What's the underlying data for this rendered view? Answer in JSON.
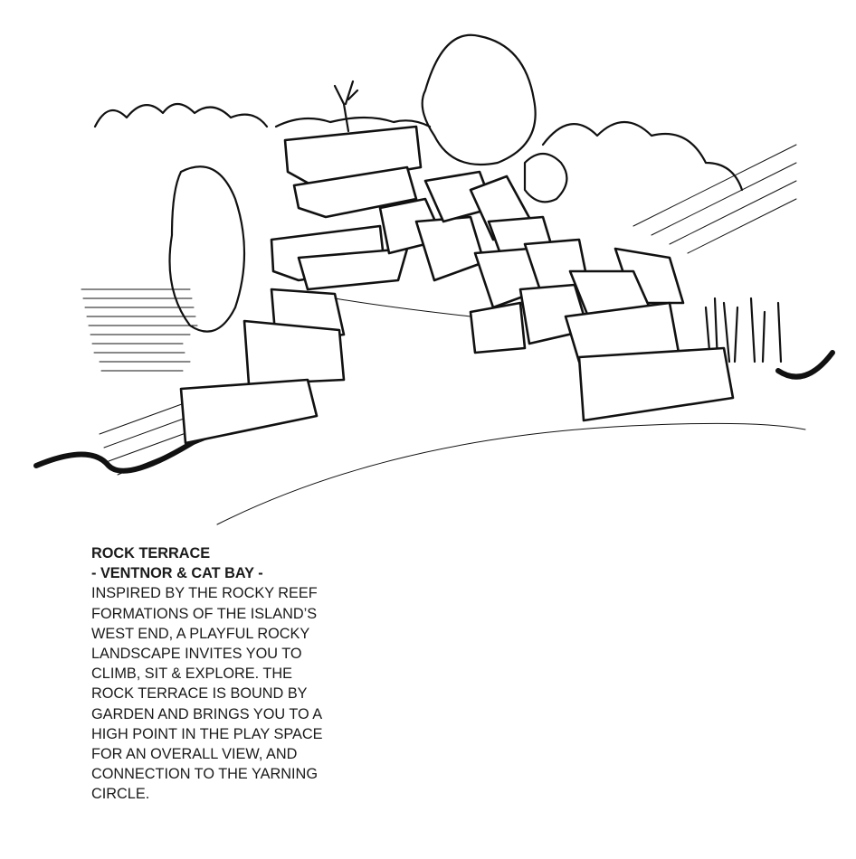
{
  "caption": {
    "title": "ROCK TERRACE",
    "subtitle": "- VENTNOR & CAT BAY -",
    "body_lines": [
      "INSPIRED BY THE ROCKY REEF",
      "FORMATIONS OF THE ISLAND’S",
      "WEST END, A PLAYFUL ROCKY",
      "LANDSCAPE INVITES YOU TO",
      "CLIMB, SIT & EXPLORE. THE",
      "ROCK TERRACE IS BOUND BY",
      "GARDEN AND BRINGS YOU TO A",
      "HIGH POINT IN THE PLAY SPACE",
      "FOR AN OVERALL VIEW, AND",
      "CONNECTION TO THE YARNING",
      "CIRCLE."
    ]
  }
}
